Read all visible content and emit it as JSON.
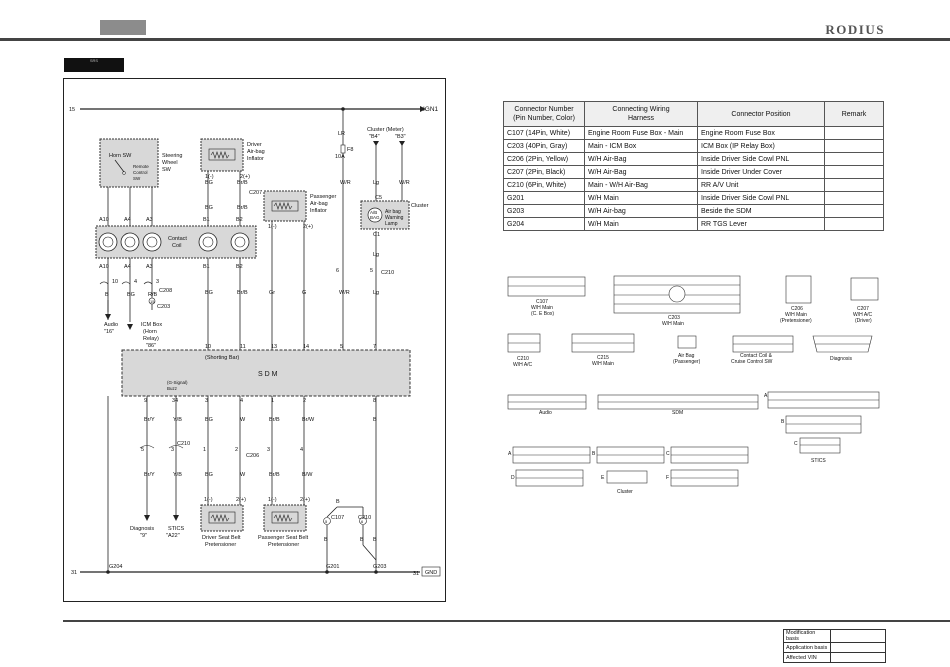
{
  "header": {
    "brand": "RODIUS",
    "section_tag": "SRS"
  },
  "diagram": {
    "top_rail": {
      "left": "15",
      "right": "IGN1"
    },
    "bottom_rail": {
      "left": "31",
      "right": "31",
      "gnd": "GND"
    },
    "components": {
      "horn_sw": "Horn SW",
      "remote_control_sw": [
        "Remote",
        "Control",
        "SW"
      ],
      "steering_wheel_sw": [
        "Steering",
        "Wheel",
        "SW"
      ],
      "driver_airbag": [
        "Driver",
        "Air-bag",
        "Inflator"
      ],
      "passenger_airbag": [
        "Passenger",
        "Air-bag",
        "Inflator"
      ],
      "contact_coil": [
        "Contact",
        "Coil"
      ],
      "fuse": [
        "LR",
        "F8",
        "10A"
      ],
      "cluster_meter": [
        "Cluster (Meter)",
        "\"B4\"",
        "\"B3\""
      ],
      "cluster": "Cluster",
      "airbag_lamp": [
        "A/B",
        "BAG"
      ],
      "airbag_warning_lamp": [
        "Air bag",
        "Warning",
        "Lamp"
      ],
      "audio": [
        "Audio",
        "\"16\""
      ],
      "icm_box": [
        "ICM Box",
        "(Horn",
        "Relay)",
        "\"86\""
      ],
      "shorting_bar": "(Shorting Bar)",
      "sdm": "S D M",
      "g_signal": [
        "(G-Signal)",
        "Buzz"
      ],
      "diagnosis": [
        "Diagnosis",
        "\"9\""
      ],
      "stics": [
        "STICS",
        "\"A22\""
      ],
      "driver_pretensioner": [
        "Driver Seat Belt",
        "Pretensioner"
      ],
      "passenger_pretensioner": [
        "Passenger Seat Belt",
        "Pretensioner"
      ]
    },
    "connectors": {
      "c207": "C207",
      "c208": "C208",
      "c203": "C203",
      "c210": "C210",
      "c206": "C206",
      "c107": "C107",
      "c5": "C5",
      "c1": "C1"
    },
    "grounds": {
      "g204": "G204",
      "g201": "G201",
      "g203": "G203"
    },
    "pins": {
      "coil_top": [
        "A10",
        "A4",
        "A3",
        "B1",
        "B2"
      ],
      "coil_bottom": [
        "A10",
        "A4",
        "A3",
        "B1",
        "B2"
      ],
      "c208": [
        "10",
        "4",
        "3"
      ],
      "sdm_top": [
        "10",
        "11",
        "13",
        "14",
        "5",
        "7"
      ],
      "sdm_bottom": [
        "9",
        "34",
        "3",
        "4",
        "1",
        "2",
        "8"
      ],
      "airbag": [
        "1(-)",
        "2(+)"
      ],
      "c210_cluster": [
        "6",
        "5"
      ],
      "c210_diag": [
        "5",
        "3"
      ],
      "c206": [
        "1",
        "2",
        "3",
        "4"
      ],
      "pretensioner": [
        "1(-)",
        "2(+)"
      ],
      "c107": "5",
      "c210_b": "6"
    },
    "wire_colors": {
      "b": "B",
      "bg": "BG",
      "rb": "R/B",
      "brb": "Br/B",
      "gr": "Gr",
      "g": "G",
      "wr": "W/R",
      "lg": "Lg",
      "bry": "Br/Y",
      "yb": "Y/B",
      "w": "W",
      "brw": "Br/W",
      "bw": "B/W"
    }
  },
  "connector_table": {
    "headers": [
      "Connector Number\n(Pin Number, Color)",
      "Connecting Wiring\nHarness",
      "Connector Position",
      "Remark"
    ],
    "rows": [
      [
        "C107 (14Pin, White)",
        "Engine Room Fuse Box - Main",
        "Engine Room Fuse Box",
        ""
      ],
      [
        "C203 (40Pin, Gray)",
        "Main - ICM Box",
        "ICM Box (IP Relay Box)",
        ""
      ],
      [
        "C206 (2Pin, Yellow)",
        "W/H Air-Bag",
        "Inside Driver Side Cowl PNL",
        ""
      ],
      [
        "C207 (2Pin, Black)",
        "W/H Air-Bag",
        "Inside Driver Under Cover",
        ""
      ],
      [
        "C210 (6Pin, White)",
        "Main - W/H Air-Bag",
        "RR A/V Unit",
        ""
      ],
      [
        "G201",
        "W/H Main",
        "Inside Driver Side Cowl PNL",
        ""
      ],
      [
        "G203",
        "W/H Air-bag",
        "Beside the SDM",
        ""
      ],
      [
        "G204",
        "W/H Main",
        "RR TGS Lever",
        ""
      ]
    ]
  },
  "connector_views": {
    "c107": [
      "C107",
      "W/H Main",
      "(C. E Box)"
    ],
    "c203": [
      "C203",
      "W/H Main"
    ],
    "c206": [
      "C206",
      "W/H Main",
      "(Pretensioner)"
    ],
    "c207": [
      "C207",
      "W/H A/C",
      "(Driver)"
    ],
    "c210": [
      "C210",
      "W/H A/C"
    ],
    "c215": [
      "C215",
      "W/H Main"
    ],
    "airbag": [
      "Air Bag",
      "(Passenger)"
    ],
    "contact_coil": [
      "Contact Coil &",
      "Cruise Control SW"
    ],
    "diagnosis": "Diagnosis",
    "audio": "Audio",
    "sdm": "SDM",
    "stics": "STICS",
    "cluster": "Cluster"
  },
  "revision": [
    {
      "label": "Modification basis",
      "value": ""
    },
    {
      "label": "Application basis",
      "value": ""
    },
    {
      "label": "Affected VIN",
      "value": ""
    }
  ]
}
